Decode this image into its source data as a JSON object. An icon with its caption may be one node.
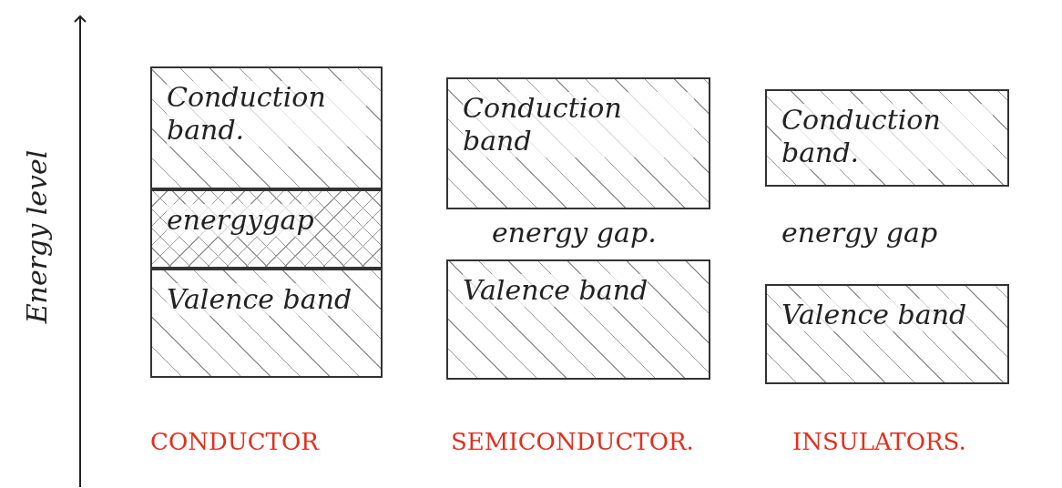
{
  "diagram": {
    "nodes": [
      {
        "text": [
          "Conduction band."
        ]
      },
      {
        "text": [
          "energygap"
        ]
      },
      {
        "text": [
          "Valence band"
        ]
      },
      {
        "text": [
          "Conduction band"
        ]
      },
      {
        "text": [
          "Valence band"
        ]
      },
      {
        "text": [
          "Conduction band."
        ]
      },
      {
        "text": [
          "Valence band"
        ]
      }
    ],
    "labels": [
      "Energy level",
      "energy gap.",
      "energy gap",
      "CONDUCTOR",
      "SEMICONDUCTOR.",
      "INSULATORS."
    ]
  }
}
